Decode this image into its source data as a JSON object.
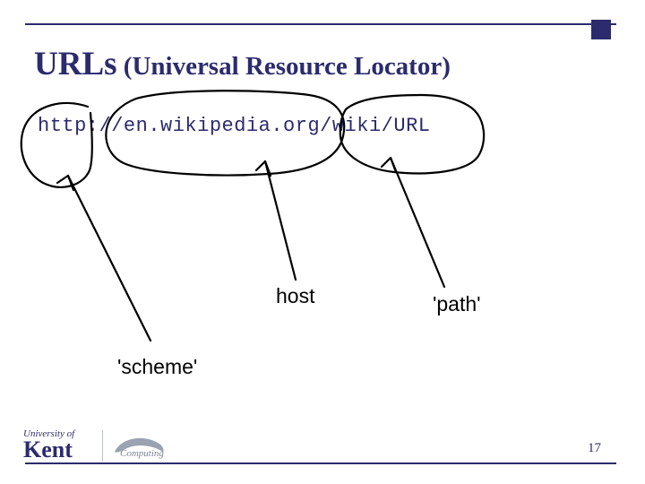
{
  "slide": {
    "title_main": "URLs",
    "title_sub": "(Universal Resource Locator)",
    "url_text": "http://en.wikipedia.org/wiki/URL",
    "slide_number": "17",
    "accent_color": "#2b2b6e",
    "annotations": [
      {
        "id": "host",
        "label": "host"
      },
      {
        "id": "path",
        "label": "'path'"
      },
      {
        "id": "scheme",
        "label": "'scheme'"
      }
    ],
    "ink_marks": [
      {
        "name": "ellipse-around-scheme"
      },
      {
        "name": "ellipse-around-host"
      },
      {
        "name": "ellipse-around-path"
      },
      {
        "name": "arrow-to-scheme"
      },
      {
        "name": "arrow-to-host"
      },
      {
        "name": "arrow-to-path"
      }
    ]
  },
  "logo": {
    "line1": "University of",
    "line2": "Kent",
    "line3": "Computing"
  }
}
